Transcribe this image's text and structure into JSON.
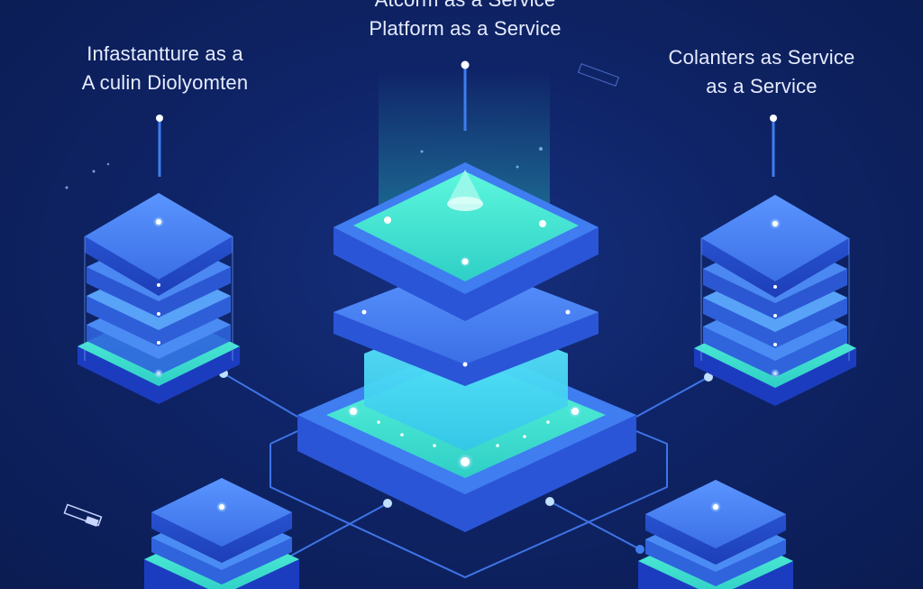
{
  "labels": {
    "paas": {
      "line1": "Atcorm as a Service",
      "line2": "Platform as a Service"
    },
    "iaas": {
      "line1": "Infastantture as a",
      "line2": "A culin Diolyomten"
    },
    "caas": {
      "line1": "Colanters as Service",
      "line2": "as a Service"
    }
  },
  "colors": {
    "background": "#0f2467",
    "server_blue": "#3f7df0",
    "server_edge": "#2a56d8",
    "glow_cyan": "#45f0d0",
    "connector": "#3f74e8"
  }
}
